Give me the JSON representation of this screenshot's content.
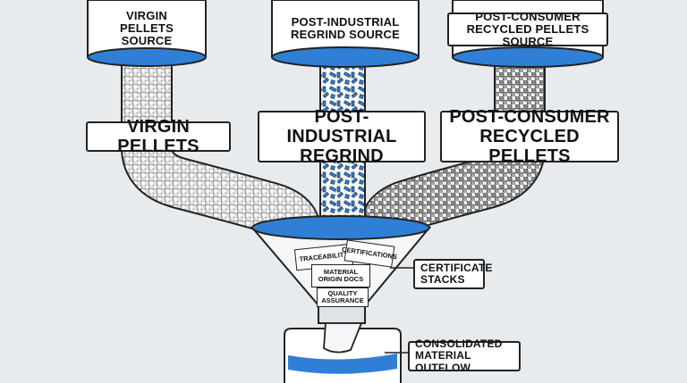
{
  "sources": [
    {
      "label": "VIRGIN PELLETS\nSOURCE"
    },
    {
      "label": "POST-INDUSTRIAL\nREGRIND SOURCE"
    },
    {
      "label": "POST-CONSUMER\nRECYCLED PELLETS SOURCE"
    }
  ],
  "streams": [
    {
      "label": "VIRGIN PELLETS"
    },
    {
      "label": "POST-INDUSTRIAL\nREGRIND"
    },
    {
      "label": "POST-CONSUMER\nRECYCLED PELLETS"
    }
  ],
  "documents": {
    "traceability": "TRACEABILITY",
    "certifications": "CERTIFICATIONS",
    "origin": "MATERIAL\nORIGIN DOCS",
    "quality": "QUALITY\nASSURANCE"
  },
  "callouts": {
    "certificates": "CERTIFICATE\nSTACKS",
    "outflow": "CONSOLIDATED\nMATERIAL OUTFLOW"
  },
  "colors": {
    "accent": "#2f7fd6",
    "virgin": "#ffffff",
    "recycled": "#8c8c8c",
    "regrind": "#2f7fd6",
    "outline": "#222222",
    "background": "#e8ebee"
  }
}
